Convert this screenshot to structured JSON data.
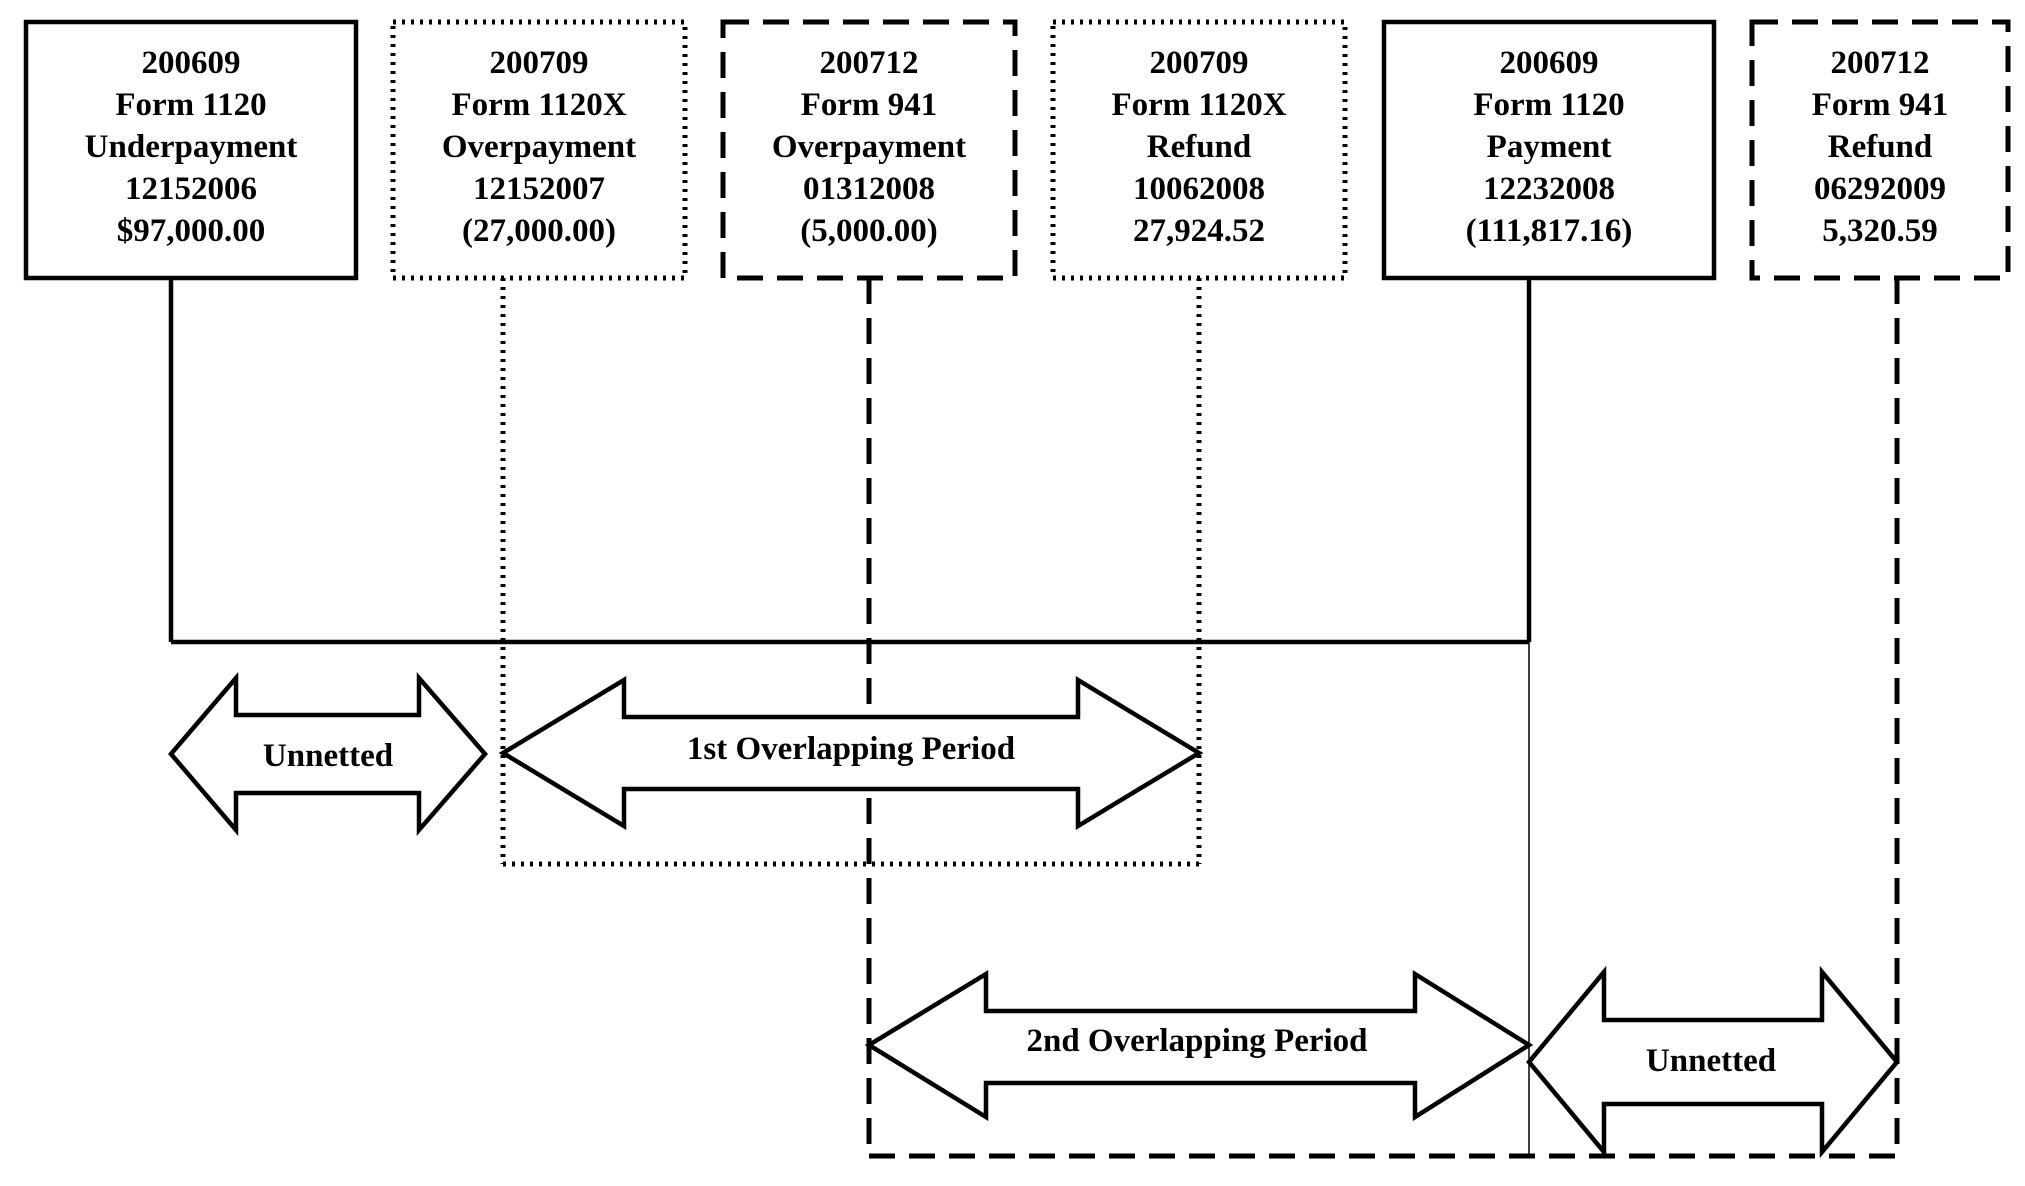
{
  "boxes": [
    {
      "id": "box1",
      "style": "solid",
      "lines": [
        "200609",
        "Form 1120",
        "Underpayment",
        "12152006",
        "$97,000.00"
      ]
    },
    {
      "id": "box2",
      "style": "dotted",
      "lines": [
        "200709",
        "Form 1120X",
        "Overpayment",
        "12152007",
        "(27,000.00)"
      ]
    },
    {
      "id": "box3",
      "style": "dashed",
      "lines": [
        "200712",
        "Form 941",
        "Overpayment",
        "01312008",
        "(5,000.00)"
      ]
    },
    {
      "id": "box4",
      "style": "dotted",
      "lines": [
        "200709",
        "Form 1120X",
        "Refund",
        "10062008",
        "27,924.52"
      ]
    },
    {
      "id": "box5",
      "style": "solid",
      "lines": [
        "200609",
        "Form 1120",
        "Payment",
        "12232008",
        "(111,817.16)"
      ]
    },
    {
      "id": "box6",
      "style": "dashed",
      "lines": [
        "200712",
        "Form 941",
        "Refund",
        "06292009",
        "5,320.59"
      ]
    }
  ],
  "arrows": {
    "unnetted_left": "Unnetted",
    "overlap1": "1st Overlapping Period",
    "overlap2": "2nd Overlapping Period",
    "unnetted_right": "Unnetted"
  },
  "colors": {
    "stroke": "#000000",
    "background": "#ffffff"
  }
}
